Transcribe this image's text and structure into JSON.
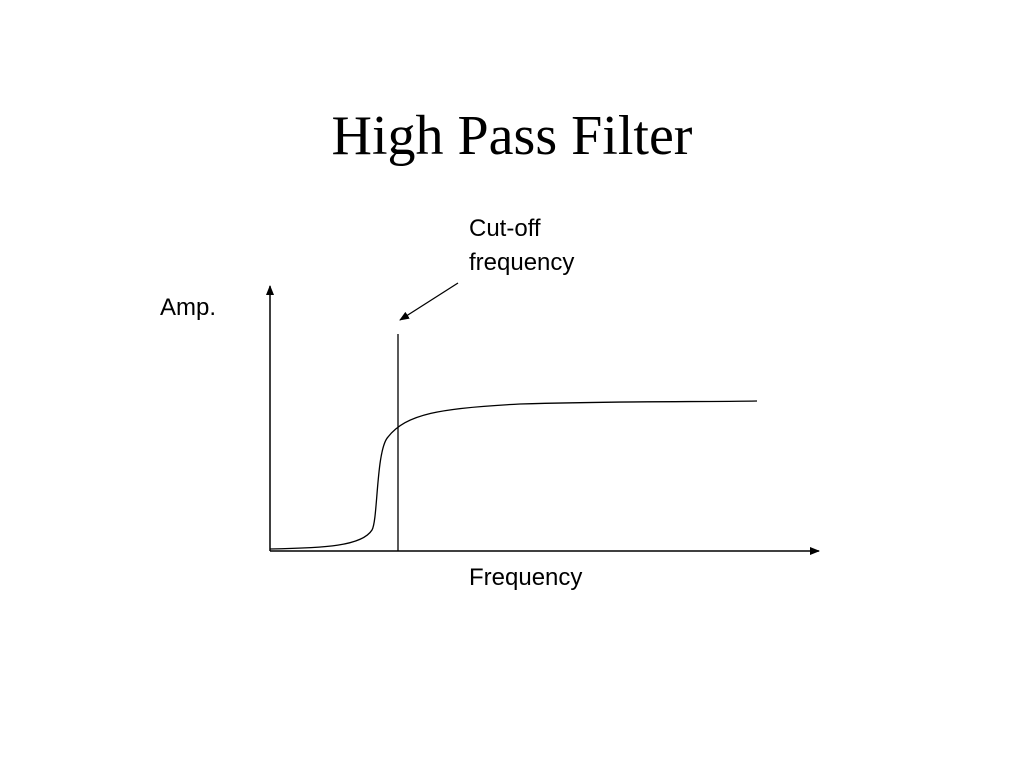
{
  "slide": {
    "title": "High Pass Filter"
  },
  "diagram": {
    "y_axis_label": "Amp.",
    "x_axis_label": "Frequency",
    "annotation": {
      "line1": "Cut-off",
      "line2": "frequency"
    }
  },
  "colors": {
    "background": "#ffffff",
    "ink": "#000000"
  }
}
